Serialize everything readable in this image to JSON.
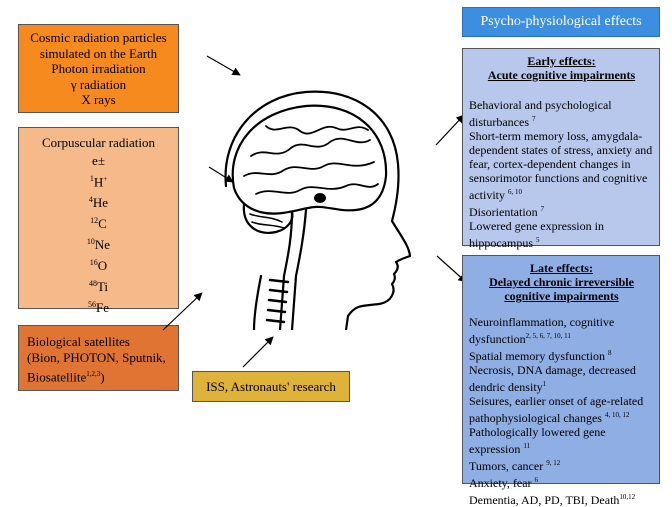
{
  "cosmic_box": {
    "lines": [
      "Cosmic radiation particles",
      "simulated on the Earth",
      "Photon irradiation",
      "γ radiation",
      "X rays"
    ]
  },
  "corpuscular_box": {
    "title": "Corpuscular radiation",
    "particles": [
      {
        "mass": "",
        "symbol": "e±"
      },
      {
        "mass": "1",
        "symbol": "H",
        "charge": "+"
      },
      {
        "mass": "4",
        "symbol": "He"
      },
      {
        "mass": "12",
        "symbol": "C"
      },
      {
        "mass": "10",
        "symbol": "Ne"
      },
      {
        "mass": "16",
        "symbol": "O"
      },
      {
        "mass": "48",
        "symbol": "Ti"
      },
      {
        "mass": "56",
        "symbol": "Fe"
      }
    ]
  },
  "satellites_box": {
    "line1": "Biological satellites",
    "line2": "(Bion, PHOTON, Sputnik,",
    "line3": "Biosatellite",
    "line3_sup": "1,2,3",
    "line3_end": ")"
  },
  "iss_box": {
    "label": "ISS, Astronauts' research"
  },
  "effects_header": {
    "label": "Psycho-physiological effects"
  },
  "early_box": {
    "title1": "Early effects:",
    "title2": "Acute cognitive impairments",
    "items": [
      {
        "text": "Behavioral and psychological disturbances ",
        "sup": "7"
      },
      {
        "text": "Short-term memory loss, amygdala-dependent states of stress, anxiety and fear, cortex-dependent changes in sensorimotor functions and cognitive activity ",
        "sup": "6, 10"
      },
      {
        "text": "Disorientation ",
        "sup": "7"
      },
      {
        "text": "Lowered gene expression in hippocampus ",
        "sup": "5"
      }
    ]
  },
  "late_box": {
    "title1": "Late effects:",
    "title2": "Delayed chronic irreversible",
    "title3": "cognitive impairments",
    "items": [
      {
        "text": "Neuroinflammation, cognitive dysfunction",
        "sup": "2, 5, 6, 7, 10, 11"
      },
      {
        "text": "Spatial memory dysfunction ",
        "sup": "8"
      },
      {
        "text": "Necrosis, DNA damage, decreased dendric density",
        "sup": "1"
      },
      {
        "text": "Seisures, earlier onset of age-related pathophysiological changes ",
        "sup": "4, 10, 12"
      },
      {
        "text": "Pathologically lowered gene expression ",
        "sup": "11"
      },
      {
        "text": "Tumors, cancer ",
        "sup": "9, 12"
      },
      {
        "text": "Anxiety, fear ",
        "sup": "6"
      },
      {
        "text": "Dementia, AD, PD, TBI, Death",
        "sup": "10,12"
      }
    ]
  },
  "colors": {
    "orange": "#f78a1f",
    "salmon": "#f5b98a",
    "dark_orange": "#e07433",
    "gold": "#dfb23a",
    "blue_header": "#3c8ee0",
    "blue_light": "#b8c7ec",
    "blue_mid": "#8faee4"
  },
  "illustration": {
    "icon": "human-head-brain-sketch-icon"
  }
}
